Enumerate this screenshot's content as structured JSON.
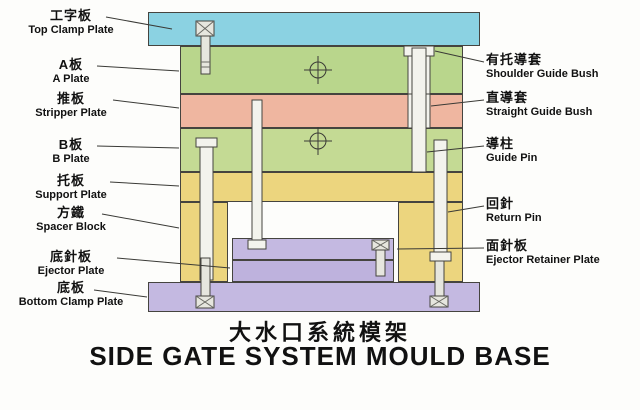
{
  "title": {
    "zh": "大水口系統模架",
    "en": "SIDE GATE SYSTEM MOULD BASE"
  },
  "labels_left": [
    {
      "zh": "工字板",
      "en": "Top Clamp Plate"
    },
    {
      "zh": "A板",
      "en": "A Plate"
    },
    {
      "zh": "推板",
      "en": "Stripper Plate"
    },
    {
      "zh": "B板",
      "en": "B Plate"
    },
    {
      "zh": "托板",
      "en": "Support Plate"
    },
    {
      "zh": "方鐵",
      "en": "Spacer Block"
    },
    {
      "zh": "底針板",
      "en": "Ejector Plate"
    },
    {
      "zh": "底板",
      "en": "Bottom Clamp Plate"
    }
  ],
  "labels_right": [
    {
      "zh": "有托導套",
      "en": "Shoulder Guide Bush"
    },
    {
      "zh": "直導套",
      "en": "Straight Guide Bush"
    },
    {
      "zh": "導柱",
      "en": "Guide Pin"
    },
    {
      "zh": "回針",
      "en": "Return Pin"
    },
    {
      "zh": "面針板",
      "en": "Ejector Retainer Plate"
    }
  ],
  "colors": {
    "top_clamp": "#8bd2e2",
    "a_plate": "#b9d68c",
    "stripper": "#efb6a0",
    "b_plate": "#c4da94",
    "support": "#ecd57e",
    "spacer": "#ecd57e",
    "ejector_retainer": "#c4b9e1",
    "ejector": "#beb2dd",
    "bottom_clamp": "#c4b9e1",
    "pin": "#f3f3ed",
    "screw": "#e6e6de",
    "outline": "#45443f",
    "line": "#3a3a36"
  }
}
